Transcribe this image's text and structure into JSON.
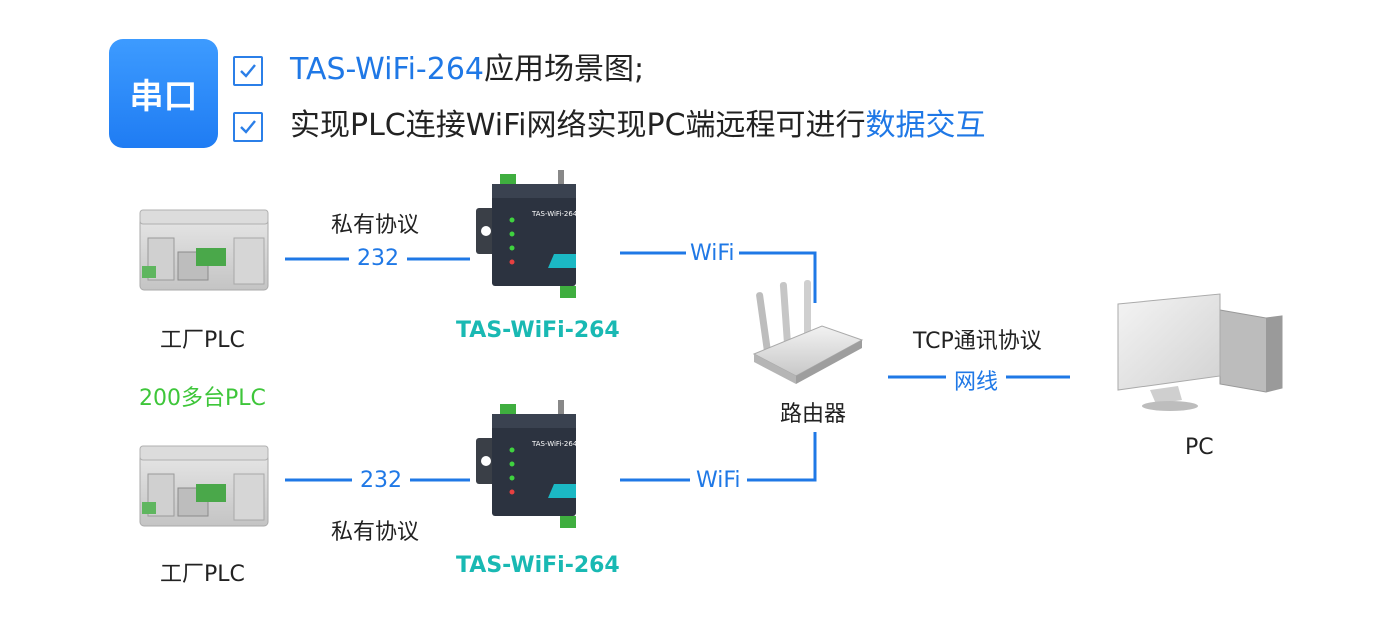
{
  "header": {
    "badge": "串口",
    "line1": {
      "highlight": "TAS-WiFi-264",
      "rest": "应用场景图;"
    },
    "line2": {
      "text": "实现PLC连接WiFi网络实现PC端远程可进行",
      "highlight": "数据交互"
    }
  },
  "plc_top": {
    "label": "工厂PLC",
    "protocol": "私有协议",
    "interface": "232"
  },
  "plc_bottom": {
    "label": "工厂PLC",
    "protocol": "私有协议",
    "interface": "232"
  },
  "plc_count": "200多台PLC",
  "device_top": {
    "label": "TAS-WiFi-264",
    "screen_text": "TAS-WiFi-264",
    "link": "WiFi"
  },
  "device_bottom": {
    "label": "TAS-WiFi-264",
    "screen_text": "TAS-WiFi-264",
    "link": "WiFi"
  },
  "router": {
    "label": "路由器"
  },
  "pc_link": {
    "protocol": "TCP通讯协议",
    "medium": "网线"
  },
  "pc": {
    "label": "PC"
  },
  "colors": {
    "accent_blue": "#1f78e6",
    "badge_blue": "#2b87f6",
    "green": "#3ec63a",
    "teal": "#19b9b3"
  }
}
